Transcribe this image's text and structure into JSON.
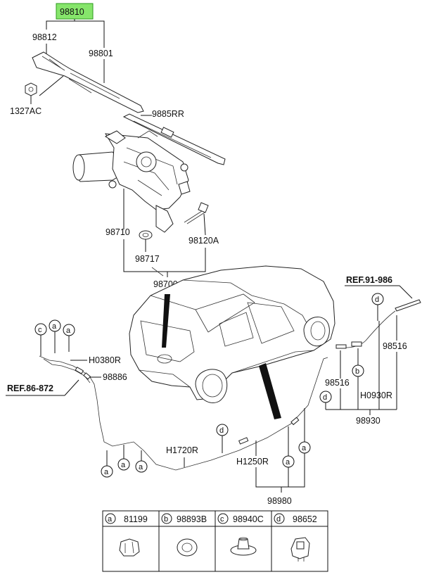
{
  "labels": {
    "main_part": "98810",
    "p98812": "98812",
    "p98801": "98801",
    "p1327AC": "1327AC",
    "p9885RR": "9885RR",
    "p98710": "98710",
    "p98717": "98717",
    "p98120A": "98120A",
    "p98700": "98700",
    "ref_top": "REF.91-986",
    "ref_left": "REF.86-872",
    "pH0380R": "H0380R",
    "p98886": "98886",
    "pH1720R": "H1720R",
    "pH1250R": "H1250R",
    "p98980": "98980",
    "p98516_a": "98516",
    "p98516_b": "98516",
    "pH0930R": "H0930R",
    "p98930": "98930"
  },
  "callouts": {
    "a": "a",
    "b": "b",
    "c": "c",
    "d": "d"
  },
  "legend": [
    {
      "letter": "a",
      "part": "81199"
    },
    {
      "letter": "b",
      "part": "98893B"
    },
    {
      "letter": "c",
      "part": "98940C"
    },
    {
      "letter": "d",
      "part": "98652"
    }
  ],
  "colors": {
    "highlight_fill": "#86e56b",
    "highlight_border": "#2e9a1c",
    "line": "#111111"
  }
}
